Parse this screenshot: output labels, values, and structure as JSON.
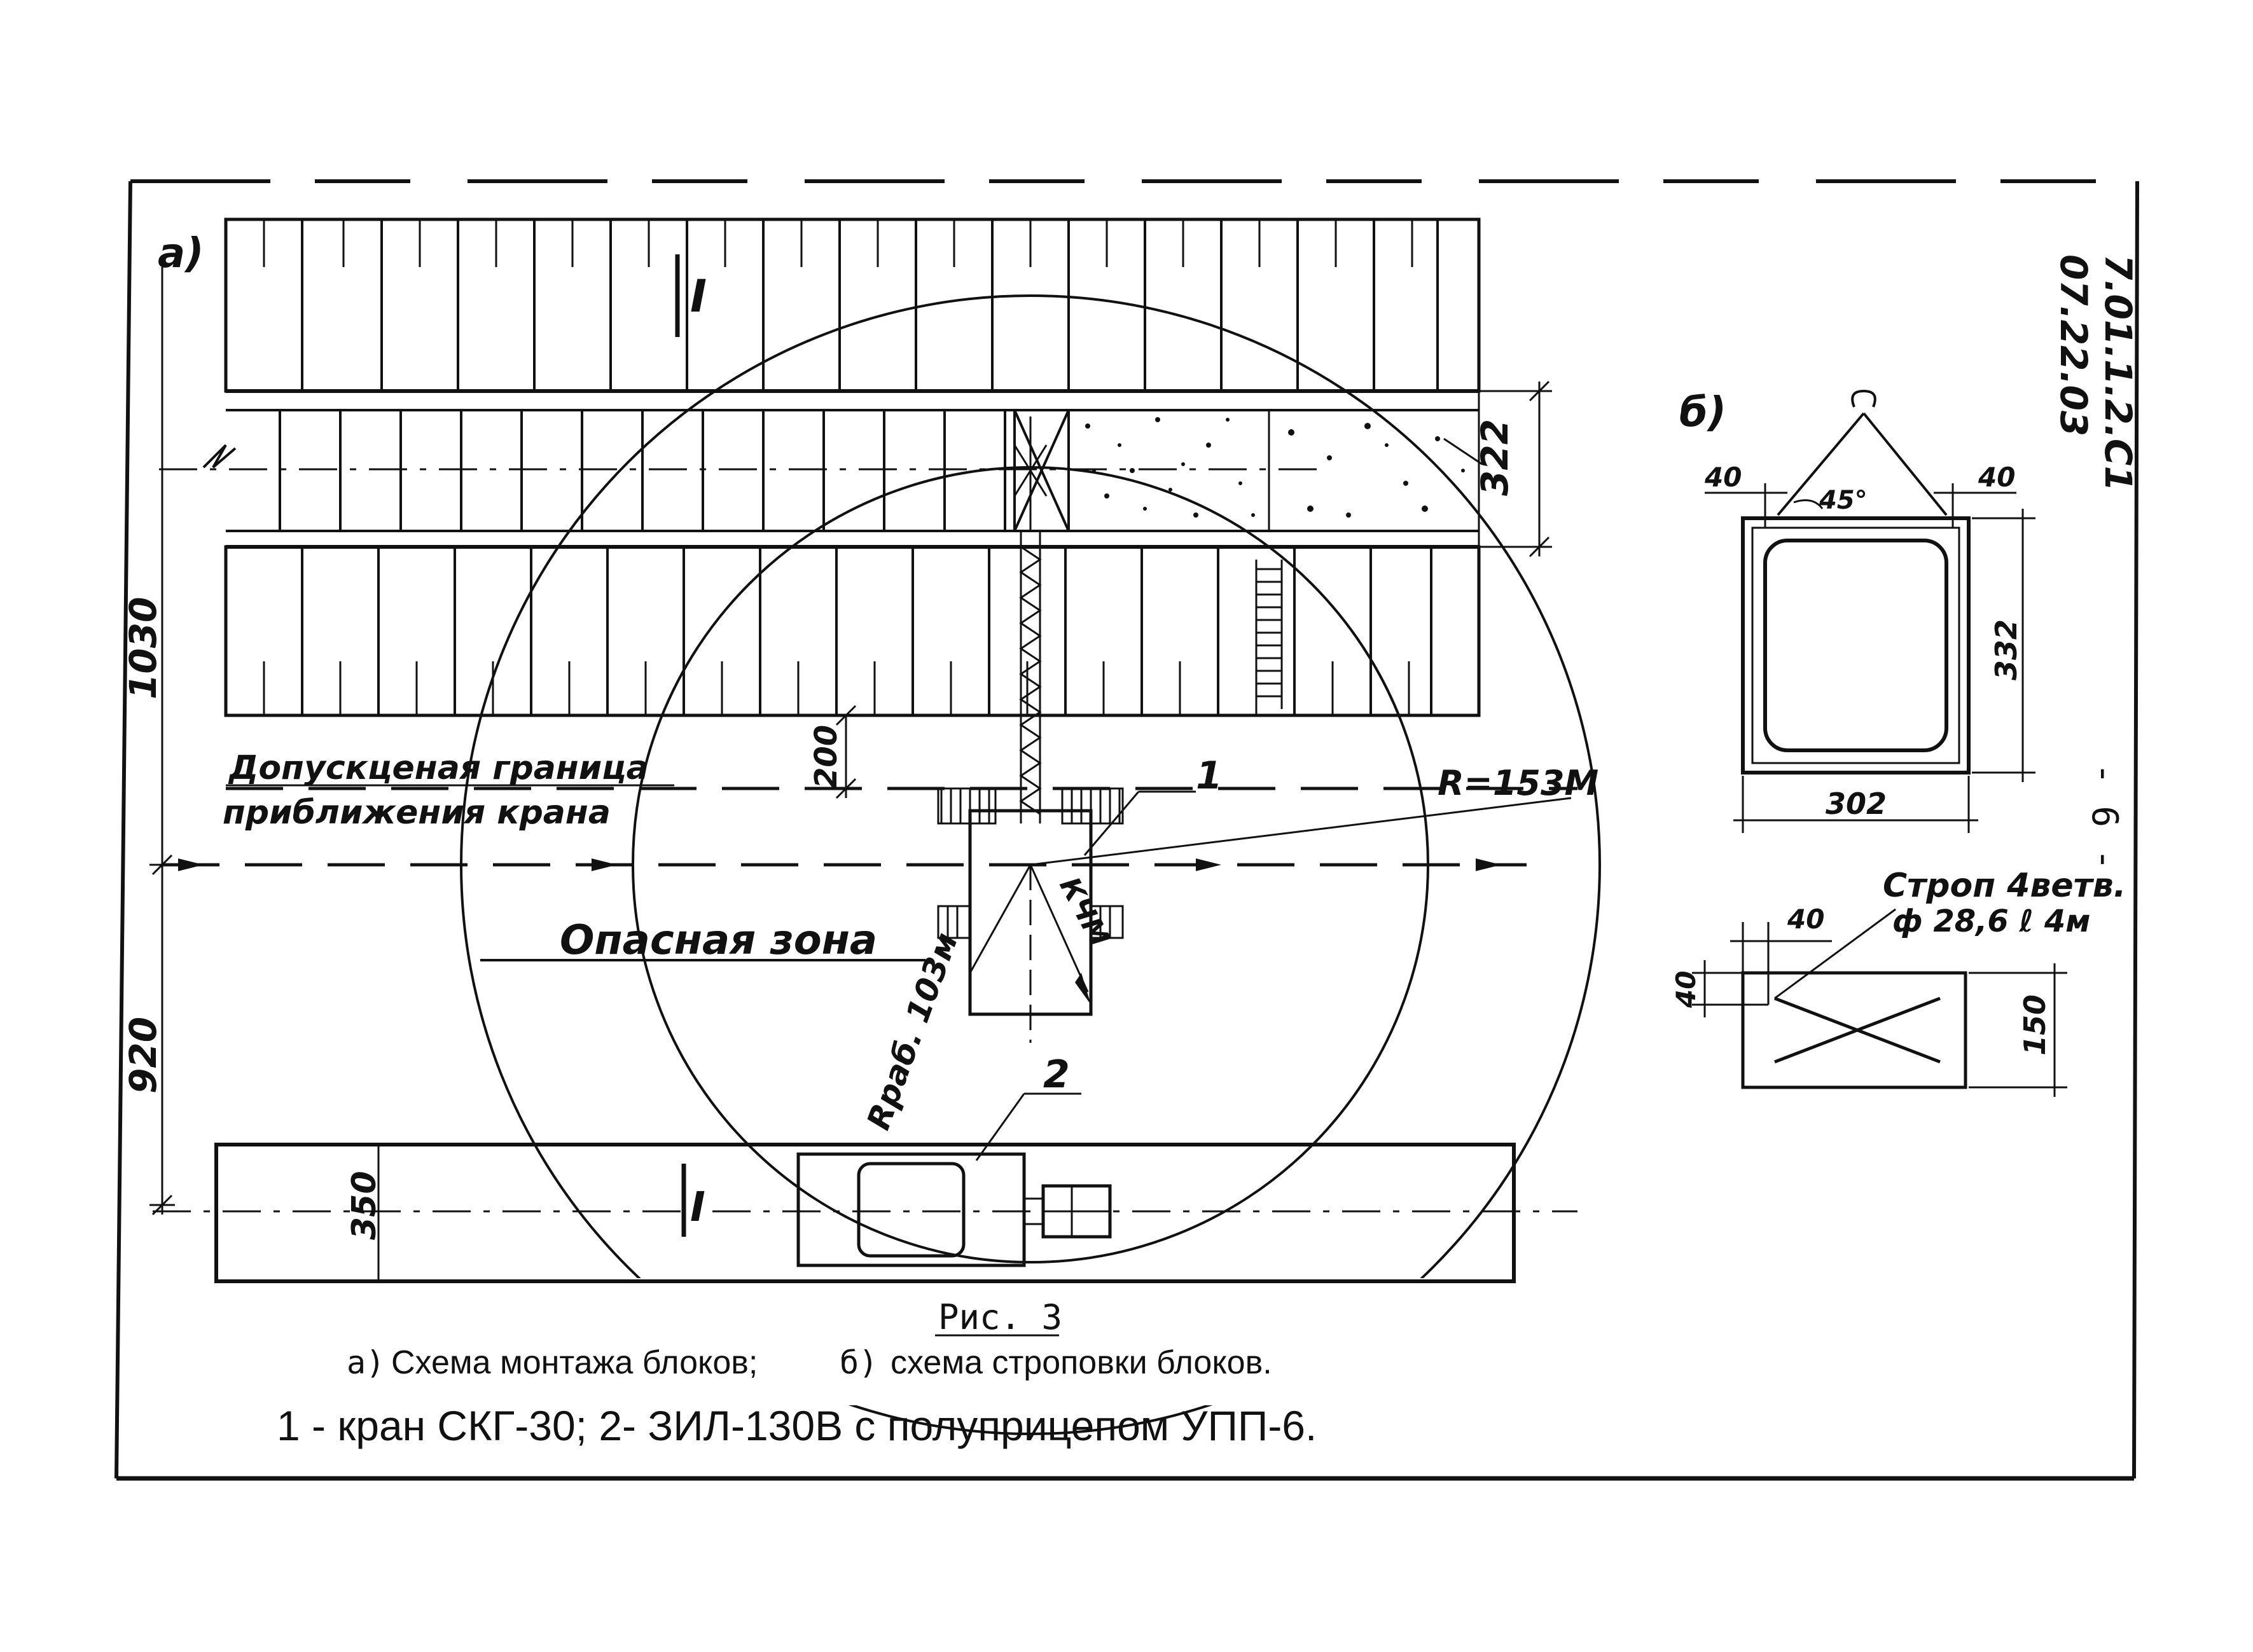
{
  "sheet": {
    "doc_code_line1": "7.01.1.2.С1",
    "doc_code_line2": "07.22.03",
    "page_number": "- 6 -"
  },
  "panel_a": {
    "label": "а)",
    "dim_total": "1030",
    "dim_lower": "920",
    "dim_road": "350",
    "dim_block": "322",
    "dim_offset": "200",
    "boundary_line1": "Допускценая граница",
    "boundary_line2": "приближения крана",
    "danger_zone": "Опасная зона",
    "radius_max": "R=153M",
    "radius_work": "Rраб. 103м",
    "crane_reach": "КЧМ",
    "callout_1": "1",
    "callout_2": "2",
    "axis_roman_top": "I",
    "axis_roman_bottom": "I"
  },
  "panel_b": {
    "label": "б)",
    "dim_side_left": "40",
    "dim_side_right": "40",
    "sling_angle": "45°",
    "dim_height": "332",
    "dim_width": "302",
    "sling_title": "Строп 4ветв.",
    "sling_spec": "ф 28,6 ℓ 4м",
    "dim_plan_a": "40",
    "dim_plan_b": "40",
    "dim_plan_h": "150"
  },
  "caption": {
    "fig_label": "Рис. 3",
    "line1_a_mark": "а)",
    "line1_a_text": "Схема монтажа блоков;",
    "line1_b_mark": "б)",
    "line1_b_text": "схема строповки блоков.",
    "line2": "1 - кран СКГ-30; 2- ЗИЛ-130В с полуприцепом УПП-6."
  },
  "colors": {
    "ink": "#111111",
    "paper": "#ffffff"
  }
}
